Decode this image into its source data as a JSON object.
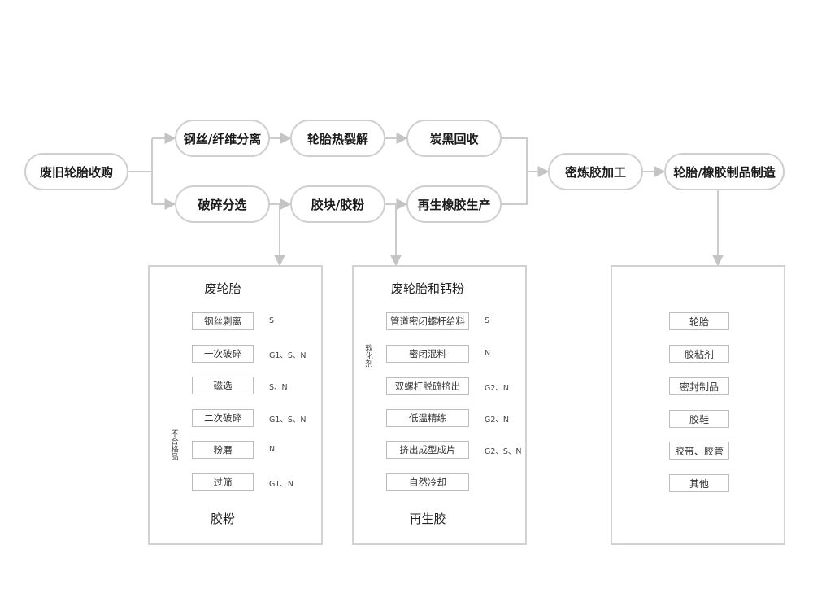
{
  "flow": {
    "collect": "废旧轮胎收购",
    "steel_sep": "钢丝/纤维分离",
    "pyrolysis": "轮胎热裂解",
    "carbon": "炭黑回收",
    "crush": "破碎分选",
    "powder": "胶块/胶粉",
    "regen": "再生橡胶生产",
    "mixing": "密炼胶加工",
    "manufacture": "轮胎/橡胶制品制造"
  },
  "panel1": {
    "title": "废轮胎",
    "steps": [
      "钢丝剥离",
      "一次破碎",
      "磁选",
      "二次破碎",
      "粉磨",
      "过筛"
    ],
    "emissions": [
      "S",
      "G1、S、N",
      "S、N",
      "G1、S、N",
      "N",
      "G1、N"
    ],
    "loop_label": "不合格品",
    "output": "胶粉"
  },
  "panel2": {
    "title": "废轮胎和钙粉",
    "steps": [
      "管道密闭螺杆给料",
      "密闭混料",
      "双螺杆脱硫挤出",
      "低温精练",
      "挤出成型成片",
      "自然冷却"
    ],
    "emissions": [
      "S",
      "N",
      "G2、N",
      "G2、N",
      "G2、S、N",
      ""
    ],
    "side_input": "软化剂",
    "output": "再生胶"
  },
  "panel3": {
    "products": [
      "轮胎",
      "胶粘剂",
      "密封制品",
      "胶鞋",
      "胶带、胶管",
      "其他"
    ]
  }
}
